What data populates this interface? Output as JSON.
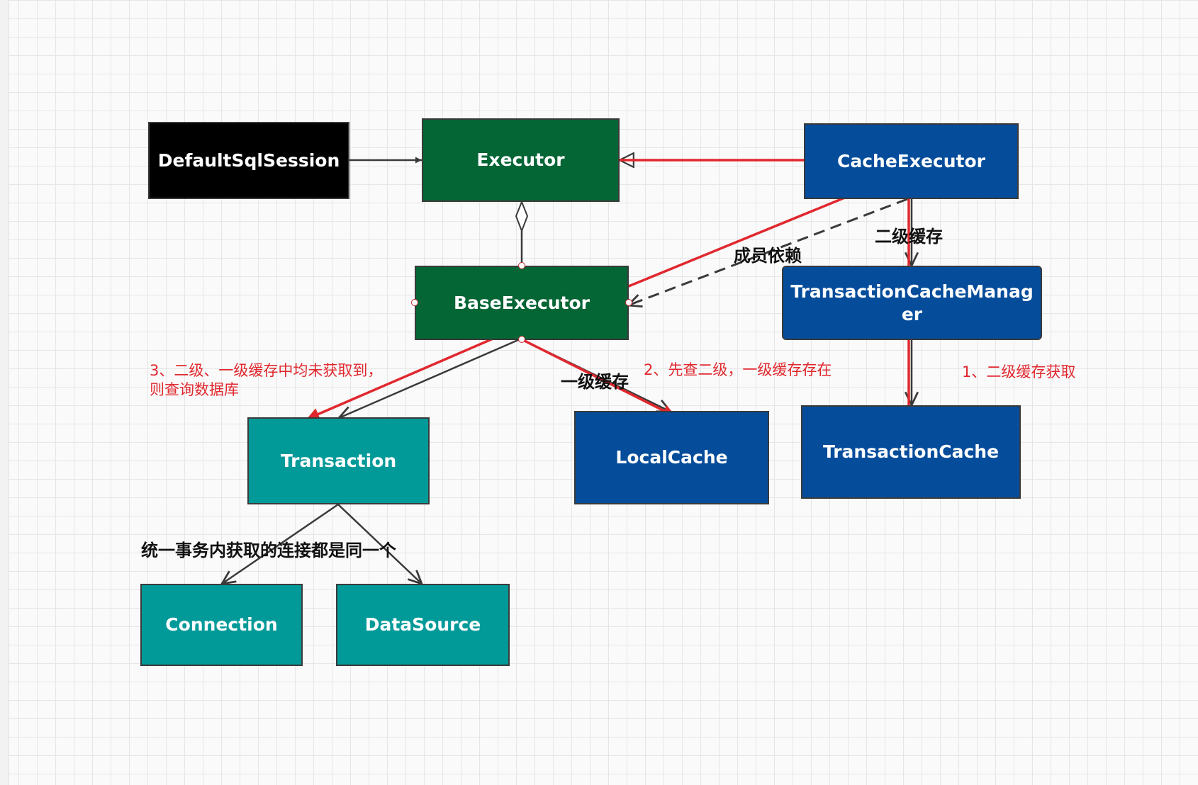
{
  "nodes": {
    "default_sql_session": "DefaultSqlSession",
    "executor": "Executor",
    "cache_executor": "CacheExecutor",
    "base_executor": "BaseExecutor",
    "transaction_cache_manager": "TransactionCacheManager",
    "transaction": "Transaction",
    "local_cache": "LocalCache",
    "transaction_cache": "TransactionCache",
    "connection": "Connection",
    "data_source": "DataSource"
  },
  "edge_labels": {
    "member_dependency": "成员依赖",
    "second_level_cache": "二级缓存",
    "first_level_cache": "一级缓存",
    "same_connection": "统一事务内获取的连接都是同一个"
  },
  "annotations": {
    "step1": "1、二级缓存获取",
    "step2": "2、先查二级，一级缓存存在",
    "step3": "3、二级、一级缓存中均未获取到，则查询数据库"
  },
  "colors": {
    "black_node": "#000000",
    "green_node": "#046535",
    "blue_node": "#054c9b",
    "teal_node": "#029a99",
    "red_flow": "#e0282e",
    "connector": "#3a3a3a"
  }
}
